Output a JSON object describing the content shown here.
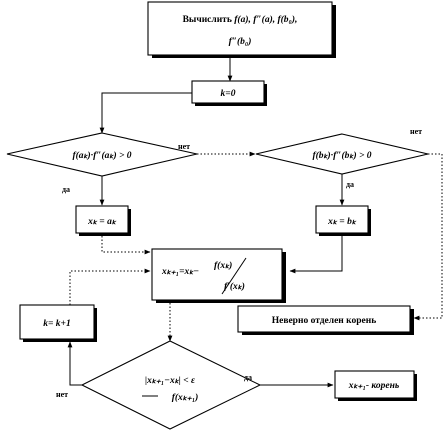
{
  "nodes": {
    "compute": {
      "line1_prefix": "Вычислить ",
      "line1_math": "f(a), f″(a), f(b₀),",
      "line2_math": "f″(b₀)"
    },
    "init_k": "k=0",
    "cond_a": "f(aₖ)·f″(aₖ) > 0",
    "cond_b": "f(bₖ)·f″(bₖ) > 0",
    "assign_a": "xₖ = aₖ",
    "assign_b": "xₖ = bₖ",
    "newton": {
      "lhs": "xₖ₊₁=xₖ−",
      "num": "f(xₖ)",
      "den": "f′(xₖ)"
    },
    "increment": "k= k+1",
    "error": "Неверно отделен корень",
    "stop_cond": {
      "line1": "|xₖ₊₁−xₖ| < ε",
      "line2": "f(xₖ₊₁)"
    },
    "result": "xₖ₊₁- корень"
  },
  "labels": {
    "cond_a_no": "нет",
    "cond_a_yes": "да",
    "cond_b_no": "нет",
    "cond_b_yes": "да",
    "stop_no": "нет",
    "stop_yes": "да"
  }
}
